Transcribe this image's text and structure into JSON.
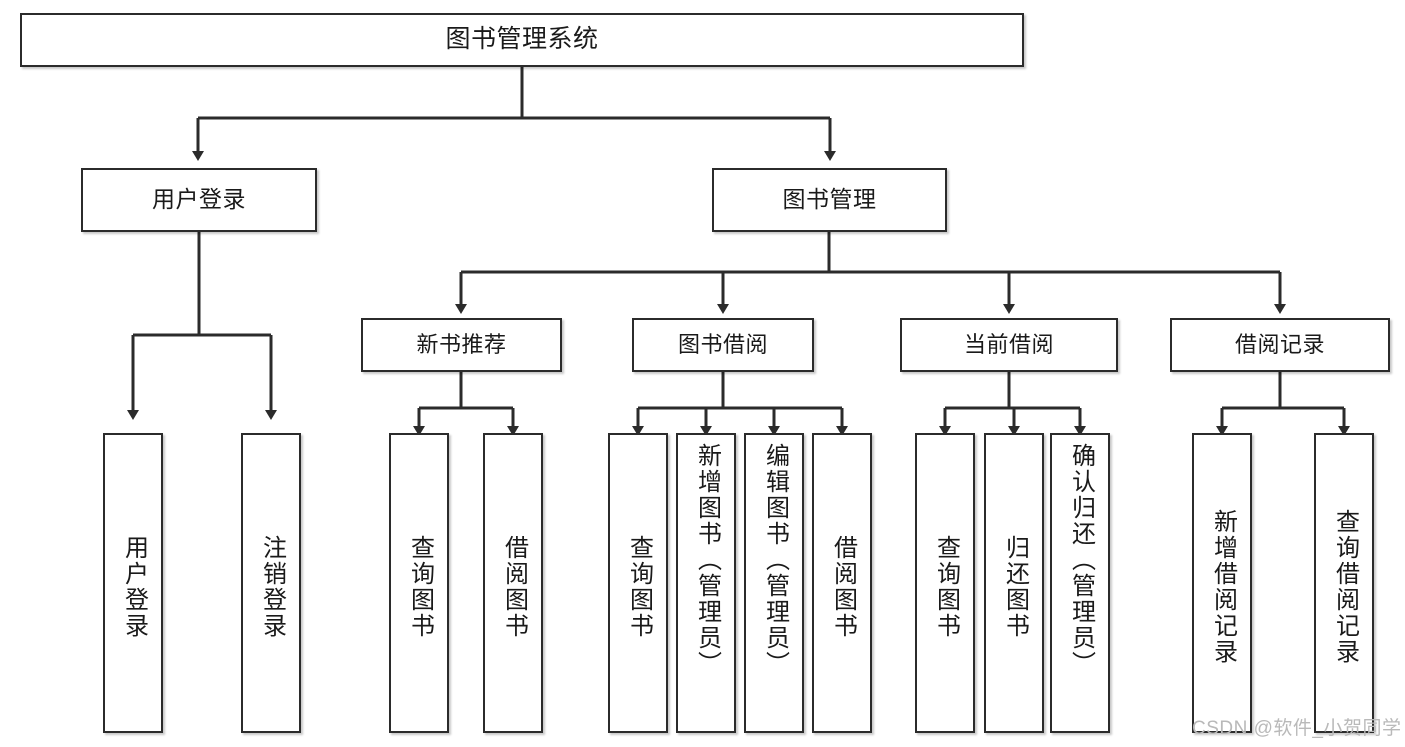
{
  "diagram": {
    "type": "hierarchy-tree",
    "title": "图书管理系统",
    "orientation": "top-down",
    "colors": {
      "box_border": "#2b2b2b",
      "box_fill": "#ffffff",
      "edge": "#2b2b2b",
      "watermark": "#b9b9b9"
    },
    "root": {
      "label": "图书管理系统"
    },
    "level2": [
      {
        "label": "用户登录"
      },
      {
        "label": "图书管理"
      }
    ],
    "level3": [
      {
        "label": "新书推荐"
      },
      {
        "label": "图书借阅"
      },
      {
        "label": "当前借阅"
      },
      {
        "label": "借阅记录"
      }
    ],
    "leaves": {
      "user_login": [
        {
          "label": "用户登录"
        },
        {
          "label": "注销登录"
        }
      ],
      "new_book_recommend": [
        {
          "label": "查询图书"
        },
        {
          "label": "借阅图书"
        }
      ],
      "book_borrow": [
        {
          "label": "查询图书"
        },
        {
          "label": "新增图书（管理员）"
        },
        {
          "label": "编辑图书（管理员）"
        },
        {
          "label": "借阅图书"
        }
      ],
      "current_borrow": [
        {
          "label": "查询图书"
        },
        {
          "label": "归还图书"
        },
        {
          "label": "确认归还（管理员）"
        }
      ],
      "borrow_record": [
        {
          "label": "新增借阅记录"
        },
        {
          "label": "查询借阅记录"
        }
      ]
    }
  },
  "watermark": {
    "text": "CSDN @软件_小贺同学"
  }
}
